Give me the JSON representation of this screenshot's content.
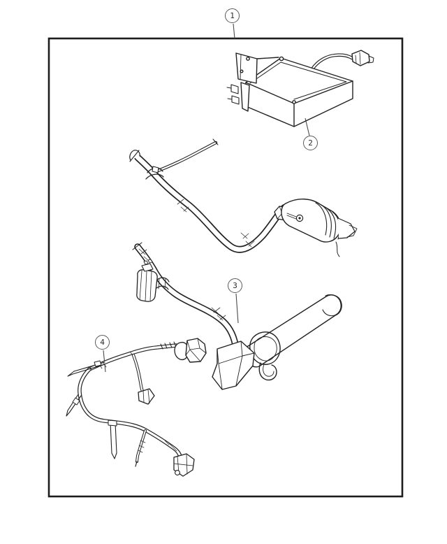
{
  "diagram": {
    "type": "exploded-parts-diagram",
    "background_color": "#ffffff",
    "line_color": "#222222",
    "callouts": [
      {
        "label": "1",
        "part": "kit-package-border"
      },
      {
        "label": "2",
        "part": "tray-bracket-with-wire"
      },
      {
        "label": "3",
        "part": "tube-and-cylinder-assembly"
      },
      {
        "label": "4",
        "part": "wiring-harness"
      }
    ]
  }
}
